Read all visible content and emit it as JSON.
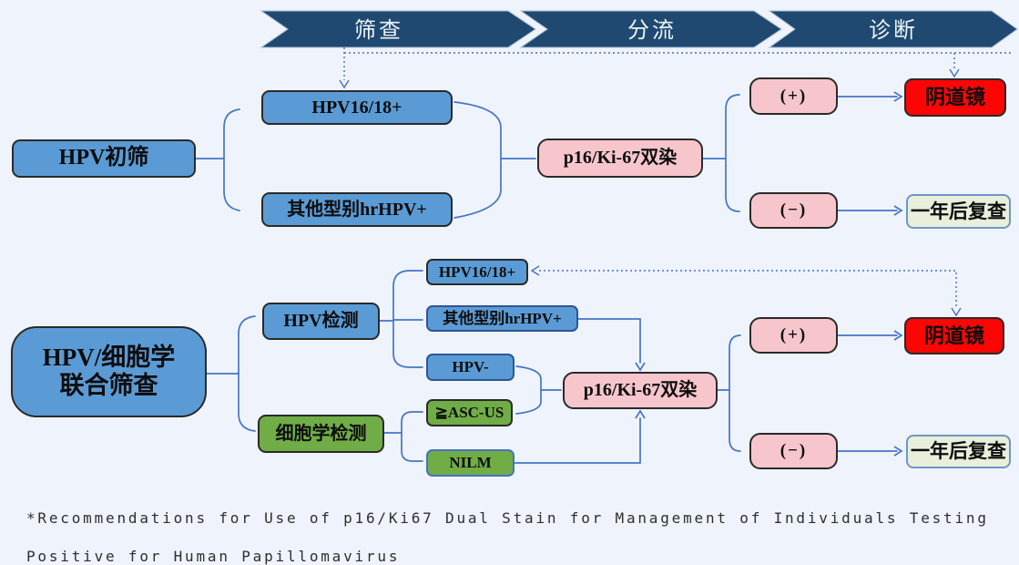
{
  "page": {
    "background": "#eff3fb"
  },
  "header": {
    "steps": [
      {
        "label": "筛查"
      },
      {
        "label": "分流"
      },
      {
        "label": "诊断"
      }
    ]
  },
  "top_flow": {
    "root": "HPV初筛",
    "branch_hpv1618": "HPV16/18+",
    "branch_other": "其他型别hrHPV+",
    "triage": "p16/Ki-67双染",
    "result_positive": "(+)",
    "result_negative": "(−)",
    "outcome_positive": "阴道镜",
    "outcome_negative": "一年后复查"
  },
  "bottom_flow": {
    "root_line1": "HPV/细胞学",
    "root_line2": "联合筛查",
    "hpv_test": "HPV检测",
    "cytology_test": "细胞学检测",
    "hpv_branch_1618": "HPV16/18+",
    "hpv_branch_other": "其他型别hrHPV+",
    "hpv_branch_neg": "HPV-",
    "cyto_branch_ascus": "≧ASC-US",
    "cyto_branch_nilm": "NILM",
    "triage": "p16/Ki-67双染",
    "result_positive": "(+)",
    "result_negative": "(−)",
    "outcome_positive": "阴道镜",
    "outcome_negative": "一年后复查"
  },
  "footnote": {
    "line1": "*Recommendations for Use of p16/Ki67 Dual Stain for Management of Individuals Testing",
    "line2": "Positive for Human Papillomavirus"
  },
  "colors": {
    "chevron_navy": "#1f4971",
    "box_blue": "#5b9bd5",
    "box_green": "#70ad47",
    "box_pink": "#f7c6cd",
    "box_red": "#fb0505",
    "box_pale_green": "#e8f0dc",
    "connector_blue": "#4575c8",
    "pale_border_blue": "#6e96c8"
  }
}
